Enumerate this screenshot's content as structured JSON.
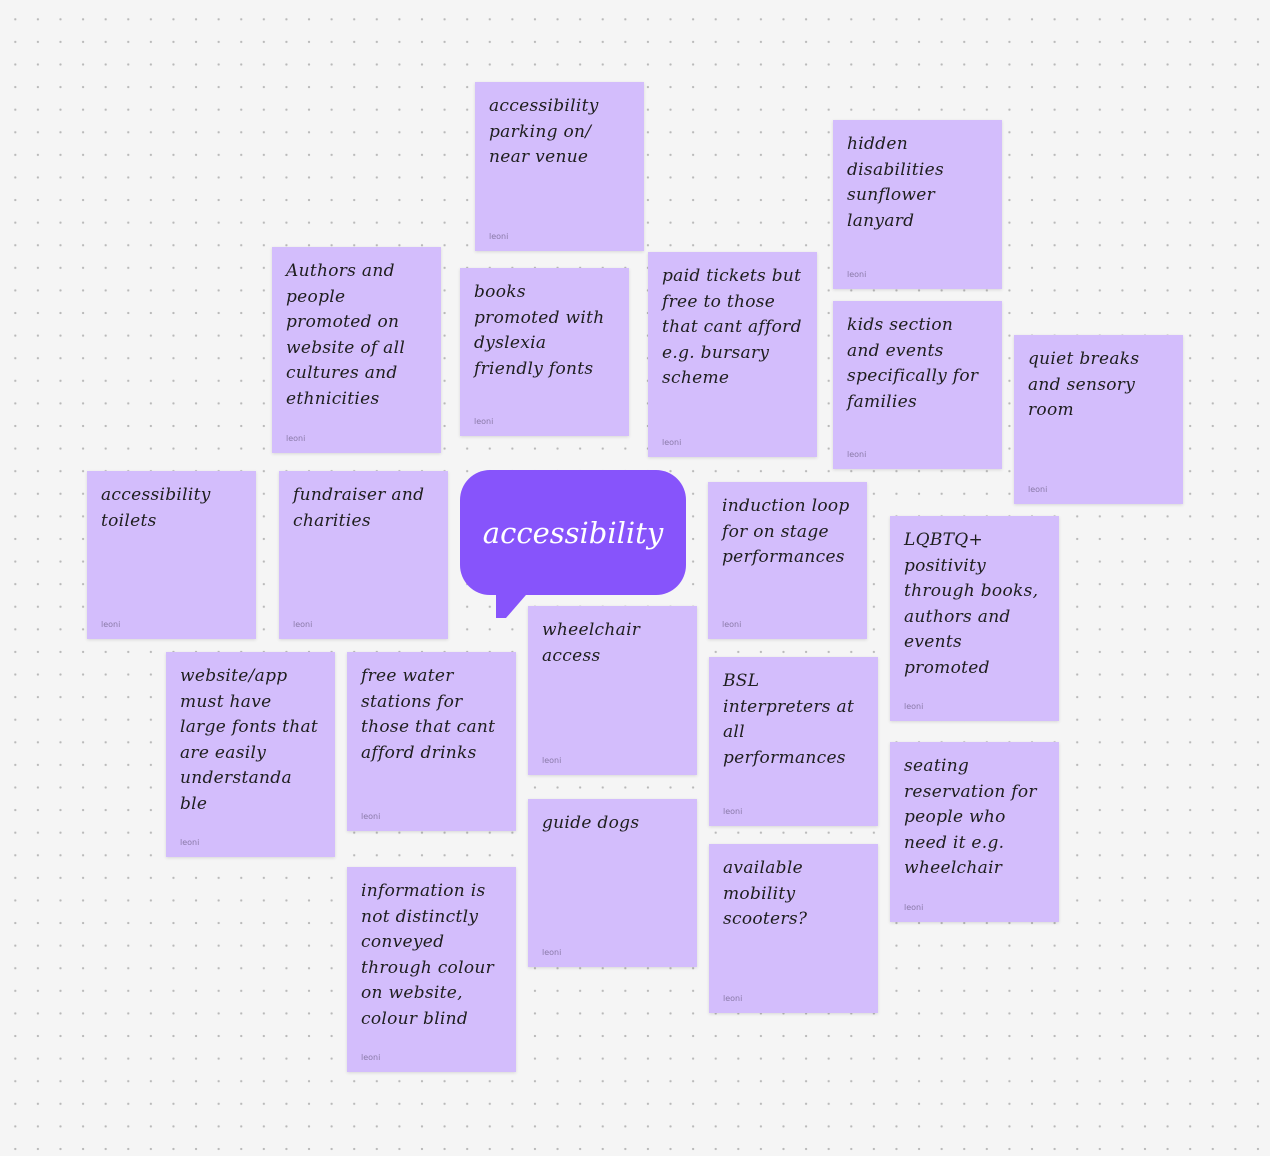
{
  "board": {
    "topic": "accessibility",
    "stickies": [
      {
        "text": "accessibility parking on/ near venue",
        "author": "leoni"
      },
      {
        "text": "hidden disabilities sunflower lanyard",
        "author": "leoni"
      },
      {
        "text": "Authors and people promoted on website of all cultures and ethnicities",
        "author": "leoni"
      },
      {
        "text": "books promoted with dyslexia friendly fonts",
        "author": "leoni"
      },
      {
        "text": "paid tickets but free to those that cant afford e.g. bursary scheme",
        "author": "leoni"
      },
      {
        "text": "kids section and events specifically for families",
        "author": "leoni"
      },
      {
        "text": "quiet breaks and sensory room",
        "author": "leoni"
      },
      {
        "text": "accessibility toilets",
        "author": "leoni"
      },
      {
        "text": "fundraiser and charities",
        "author": "leoni"
      },
      {
        "text": "induction loop for on stage performances",
        "author": "leoni"
      },
      {
        "text": "LQBTQ+ positivity through books, authors and events promoted",
        "author": "leoni"
      },
      {
        "text": "wheelchair access",
        "author": "leoni"
      },
      {
        "text": "website/app must have large fonts that are easily understanda ble",
        "author": "leoni"
      },
      {
        "text": "free water stations for those that cant afford drinks",
        "author": "leoni"
      },
      {
        "text": "BSL interpreters at all performances",
        "author": "leoni"
      },
      {
        "text": "seating reservation for people who need it e.g. wheelchair",
        "author": "leoni"
      },
      {
        "text": "guide dogs",
        "author": "leoni"
      },
      {
        "text": "available mobility scooters?",
        "author": "leoni"
      },
      {
        "text": "information is not distinctly conveyed through colour on website, colour blind",
        "author": "leoni"
      }
    ]
  },
  "colors": {
    "sticky": "#d3bdfc",
    "bubble": "#8754fb",
    "background": "#f5f5f5"
  }
}
